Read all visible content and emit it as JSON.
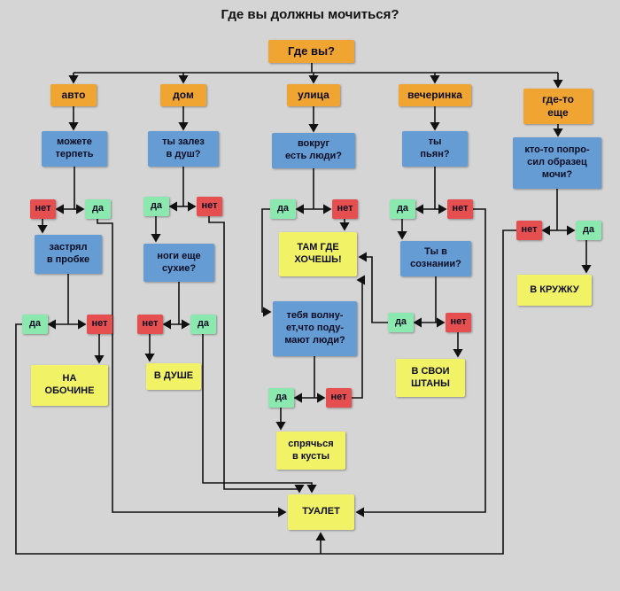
{
  "title": "Где вы должны мочиться?",
  "labels": {
    "yes": "да",
    "no": "нет"
  },
  "colors": {
    "background": "#d5d5d5",
    "category_box": "#f0a431",
    "question_box": "#649cd3",
    "result_box": "#f2f267",
    "yes_box": "#8be8af",
    "no_box": "#e64f4f",
    "arrow": "#111111"
  },
  "nodes": {
    "root": "Где вы?",
    "auto": "авто",
    "home": "дом",
    "street": "улица",
    "party": "вечеринка",
    "elsewhere": "где-то\nеще",
    "can_hold": "можете\nтерпеть",
    "in_shower": "ты залез\nв душ?",
    "people_around": "вокруг\nесть люди?",
    "drunk": "ты\nпьян?",
    "urine_sample": "кто-то попро-\nсил образец\nмочи?",
    "traffic_jam": "застрял\nв пробке",
    "feet_dry": "ноги еще\nсухие?",
    "wherever": "ТАМ ГДЕ\nХОЧЕШЬ!",
    "worry_people": "тебя волну-\nет,что поду-\nмают люди?",
    "conscious": "Ты в\nсознании?",
    "roadside": "НА\nОБОЧИНЕ",
    "in_shower_result": "В ДУШЕ",
    "in_pants": "В СВОИ\nШТАНЫ",
    "in_mug": "В КРУЖКУ",
    "hide_bushes": "спрячься\nв кусты",
    "toilet": "ТУАЛЕТ"
  }
}
